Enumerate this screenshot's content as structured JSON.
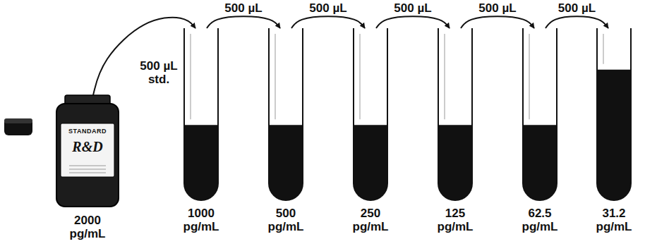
{
  "diagram": {
    "nodes": [
      {
        "text": [
          "STANDARD",
          "R&D",
          "2000 pg/mL"
        ]
      },
      {
        "text": [
          "1000 pg/mL"
        ]
      },
      {
        "text": [
          "500 pg/mL"
        ]
      },
      {
        "text": [
          "250 pg/mL"
        ]
      },
      {
        "text": [
          "125 pg/mL"
        ]
      },
      {
        "text": [
          "62.5 pg/mL"
        ]
      },
      {
        "text": [
          "31.2 pg/mL"
        ]
      }
    ],
    "edges": [
      {
        "from": 0,
        "to": 1,
        "arrow": "to",
        "label": "500 µL std."
      },
      {
        "from": 1,
        "to": 2,
        "arrow": "to",
        "label": "500 µL"
      },
      {
        "from": 2,
        "to": 3,
        "arrow": "to",
        "label": "500 µL"
      },
      {
        "from": 3,
        "to": 4,
        "arrow": "to",
        "label": "500 µL"
      },
      {
        "from": 4,
        "to": 5,
        "arrow": "to",
        "label": "500 µL"
      },
      {
        "from": 5,
        "to": 6,
        "arrow": "to",
        "label": "500 µL"
      }
    ]
  }
}
